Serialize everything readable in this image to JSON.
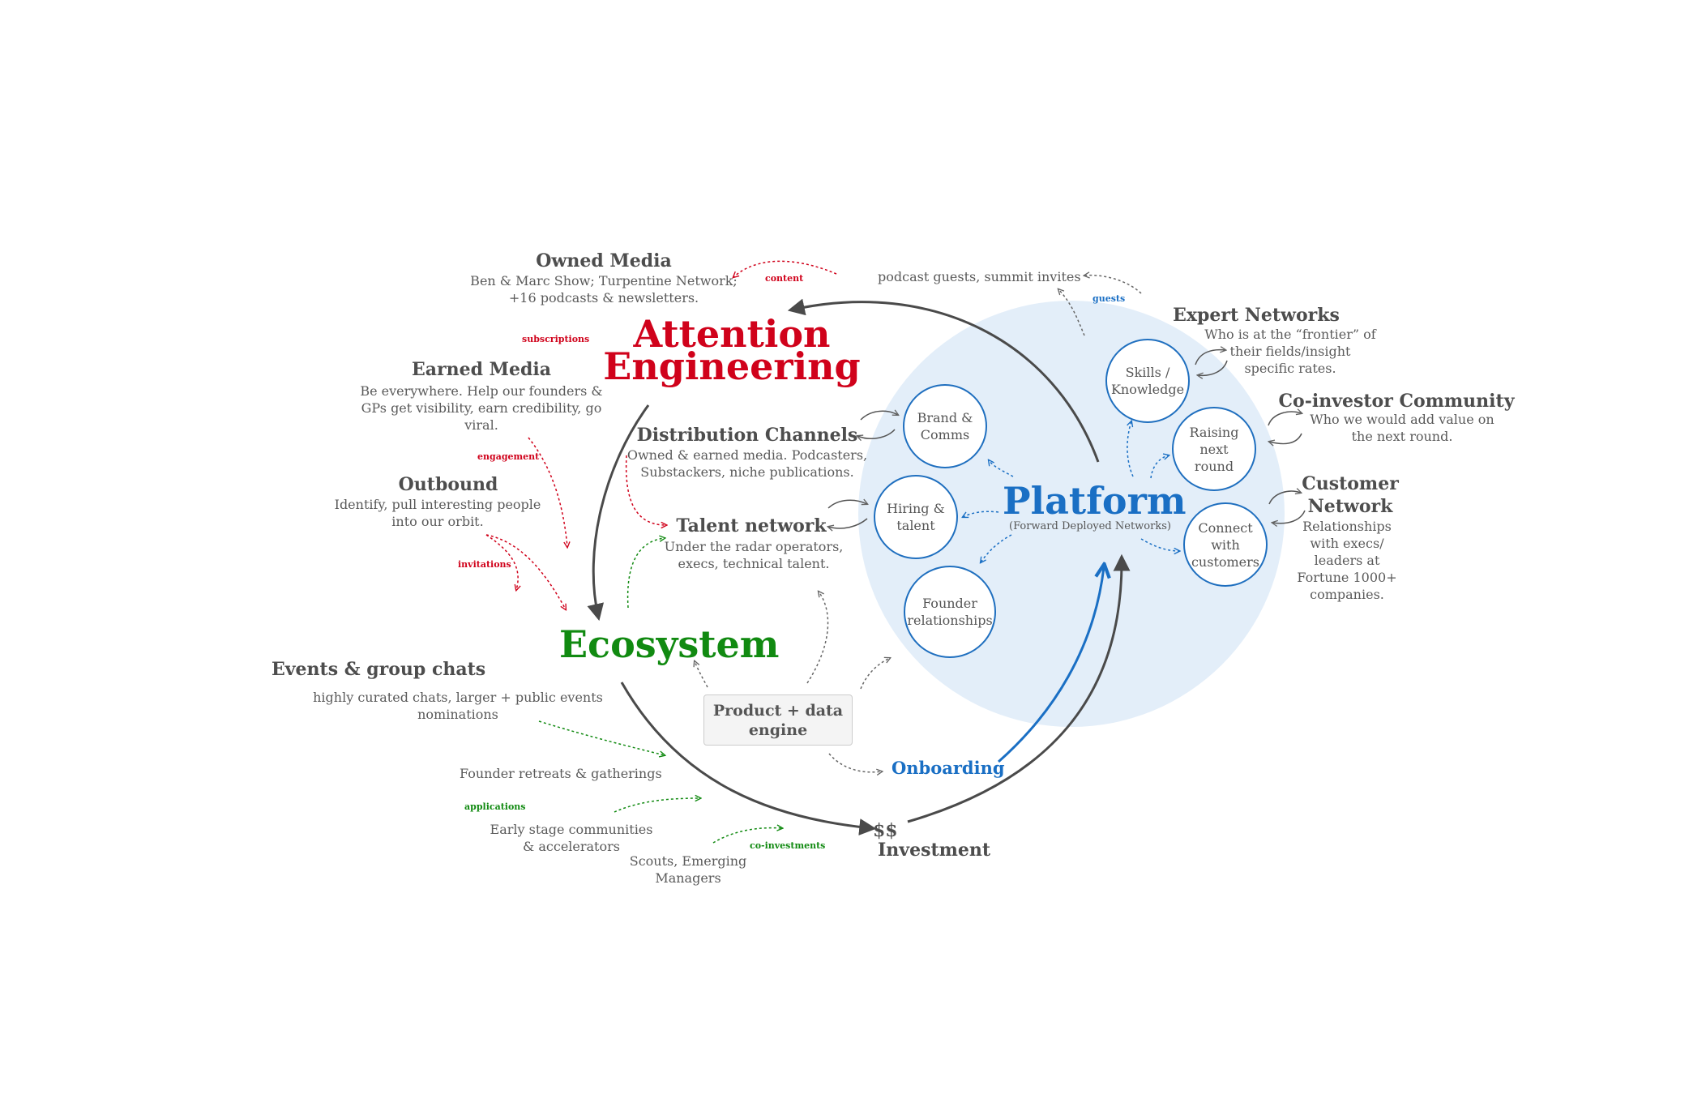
{
  "colors": {
    "red": "#d0021b",
    "green": "#118a11",
    "blue": "#1a6fc4",
    "platform_bg": "#e3eef9",
    "arrow_dark": "#4a4a4a"
  },
  "hubs": {
    "attention": "Attention Engineering",
    "ecosystem": "Ecosystem",
    "platform": "Platform",
    "platform_sub": "(Forward Deployed Networks)"
  },
  "owned_media": {
    "title": "Owned Media",
    "desc_1": "Ben & Marc Show; Turpentine Network;",
    "desc_2": "+16 podcasts & newsletters."
  },
  "earned_media": {
    "title": "Earned Media",
    "desc_1": "Be everywhere. Help our founders &",
    "desc_2": "GPs get visibility, earn credibility, go",
    "desc_3": "viral."
  },
  "outbound": {
    "title": "Outbound",
    "desc_1": "Identify, pull interesting people",
    "desc_2": "into our orbit."
  },
  "distribution": {
    "title": "Distribution Channels",
    "desc_1": "Owned & earned media. Podcasters,",
    "desc_2": "Substackers, niche publications."
  },
  "talent": {
    "title": "Talent network",
    "desc_1": "Under the radar operators,",
    "desc_2": "execs, technical talent."
  },
  "events": {
    "title": "Events & group chats",
    "desc_1": "highly curated chats, larger + public events",
    "desc_2": "nominations"
  },
  "founder_retreats": "Founder retreats & gatherings",
  "early_stage": {
    "line_1": "Early stage communities",
    "line_2": "& accelerators"
  },
  "scouts": {
    "line_1": "Scouts, Emerging",
    "line_2": "Managers"
  },
  "podcast_guests": "podcast guests, summit invites",
  "product_engine": {
    "line_1": "Product + data",
    "line_2": "engine"
  },
  "onboarding": "Onboarding",
  "investment": {
    "line_1": "$$",
    "line_2": "Investment"
  },
  "edge_labels": {
    "content": "content",
    "subscriptions": "subscriptions",
    "engagement": "engagement",
    "invitations": "invitations",
    "guests": "guests",
    "applications": "applications",
    "co_investments": "co-investments"
  },
  "platform_nodes": {
    "brand": [
      "Brand &",
      "Comms"
    ],
    "hiring": [
      "Hiring &",
      "talent"
    ],
    "founder": [
      "Founder",
      "relationships"
    ],
    "skills": [
      "Skills /",
      "Knowledge"
    ],
    "raising": [
      "Raising next",
      "round"
    ],
    "connect": [
      "Connect with",
      "customers"
    ]
  },
  "expert_networks": {
    "title": "Expert Networks",
    "desc_1": "Who is at the “frontier” of",
    "desc_2": "their fields/insight",
    "desc_3": "specific rates."
  },
  "coinvestor": {
    "title": "Co-investor Community",
    "desc_1": "Who we would add value on",
    "desc_2": "the next round."
  },
  "customer_network": {
    "title_1": "Customer",
    "title_2": "Network",
    "desc_1": "Relationships",
    "desc_2": "with execs/",
    "desc_3": "leaders at",
    "desc_4": "Fortune 1000+",
    "desc_5": "companies."
  }
}
